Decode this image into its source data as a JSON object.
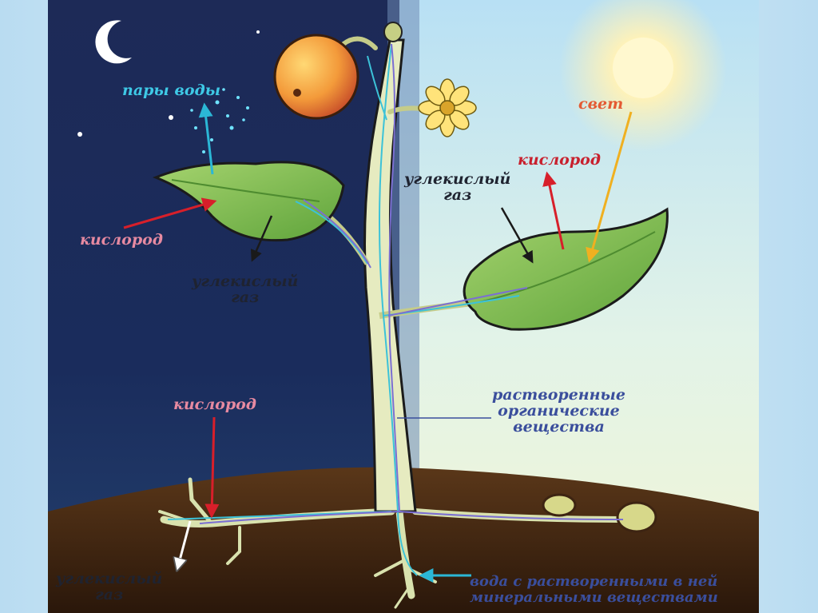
{
  "labels": {
    "water_vapor": "пары воды",
    "light": "свет",
    "oxygen_day": "кислород",
    "co2_day_line1": "углекислый",
    "co2_day_line2": "газ",
    "oxygen_night": "кислород",
    "co2_night_line1": "углекислый",
    "co2_night_line2": "газ",
    "oxygen_soil": "кислород",
    "organic_line1": "растворенные",
    "organic_line2": "органические",
    "organic_line3": "вещества",
    "co2_root_line1": "углекислый",
    "co2_root_line2": "газ",
    "water_line1": "вода с растворенными в ней",
    "water_line2": "минеральными веществами"
  },
  "colors": {
    "night_sky": "#1b2a55",
    "day_sky": "#cfe9f4",
    "soil": "#3d2412",
    "leaf": "#86c05a",
    "stem": "#e6ebc0",
    "water_path": "#3cc2d8",
    "organic_path": "#7b6fd2",
    "light_arrow": "#f0b020",
    "oxygen_arrow": "#d71f2a",
    "co2_arrow": "#1a1a1a",
    "vapor_arrow": "#2bb7d6"
  },
  "icons": [
    "moon-icon",
    "star-icon",
    "sun-icon",
    "apple-fruit",
    "flower-icon"
  ]
}
